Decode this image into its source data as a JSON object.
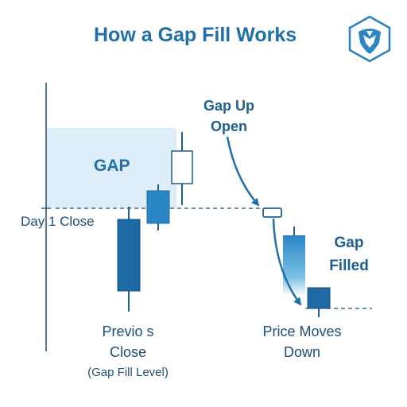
{
  "title": "How a Gap Fill Works",
  "logo_icon": "shield-helmet-logo",
  "labels": {
    "gap": "GAP",
    "day1_close": "Day 1 Close",
    "gap_up_line1": "Gap Up",
    "gap_up_line2": "Open",
    "gap_filled_line1": "Gap",
    "gap_filled_line2": "Filled",
    "prev_line1": "Previo s",
    "prev_line2": "Close",
    "prev_line3": "(Gap Fill Level)",
    "moves_line1": "Price Moves",
    "moves_line2": "Down"
  },
  "colors": {
    "primary": "#1f6fa8",
    "dark": "#1d4f78",
    "gap_zone": "#ddeef9",
    "candle_up": "#2a86c4"
  }
}
